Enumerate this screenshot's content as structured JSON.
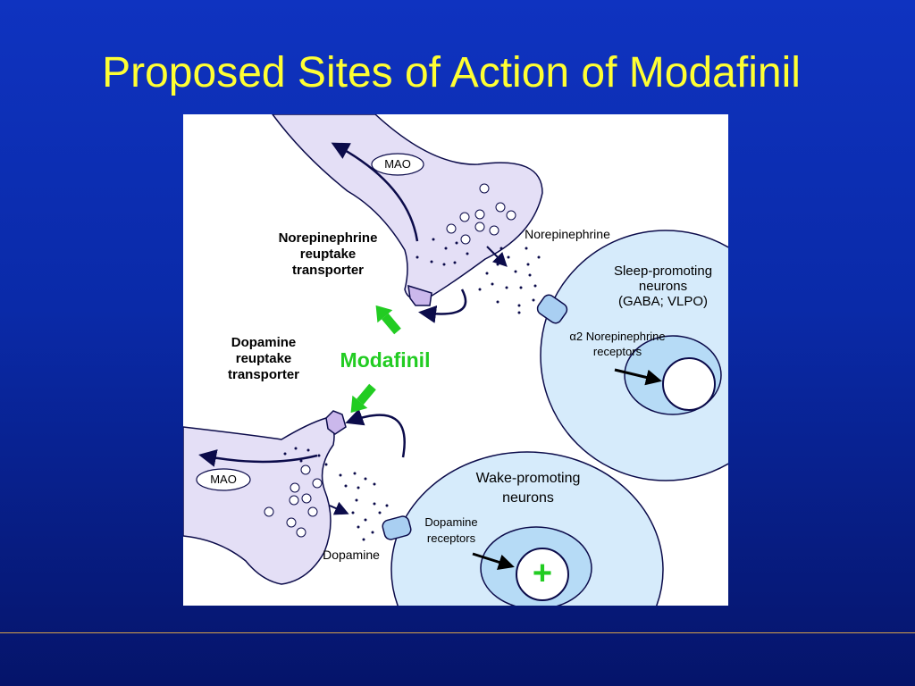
{
  "title": "Proposed Sites of Action of Modafinil",
  "diagram": {
    "mao_top": "MAO",
    "mao_bottom": "MAO",
    "norepinephrine": "Norepinephrine",
    "ne_transporter": [
      "Norepinephrine",
      "reuptake",
      "transporter"
    ],
    "da_transporter": [
      "Dopamine",
      "reuptake",
      "transporter"
    ],
    "modafinil": "Modafinil",
    "sleep_neurons": [
      "Sleep-promoting",
      "neurons",
      "(GABA; VLPO)"
    ],
    "alpha2_receptors": [
      "α2 Norepinephrine",
      "receptors"
    ],
    "wake_neurons": [
      "Wake-promoting",
      "neurons"
    ],
    "dopamine_receptors": [
      "Dopamine",
      "receptors"
    ],
    "dopamine": "Dopamine",
    "plus_sign": "+"
  },
  "colors": {
    "neuron_fill": "#e4dff6",
    "transporter_fill": "#cbb8ec",
    "cell_outer": "#d6ebfb",
    "cell_inner": "#b6dbf6",
    "receptor_fill": "#a9cff2",
    "arrow_green": "#22cc22",
    "title_yellow": "#ffff33"
  }
}
